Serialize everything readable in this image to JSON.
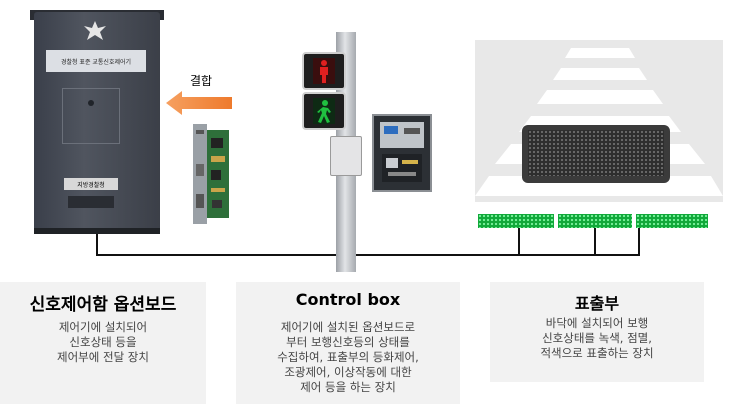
{
  "cabinet": {
    "strip_text": "경찰청 표준 교통신호제어기",
    "label_text": "지방경찰청"
  },
  "arrow_label": "결합",
  "sections": [
    {
      "title": "신호제어함 옵션보드",
      "desc": "제어기에 설치되어\n신호상태 등을\n제어부에 전달 장치"
    },
    {
      "title": "Control box",
      "desc": "제어기에 설치된 옵션보드로\n부터 보행신호등의 상태를\n수집하여, 표출부의 등화제어,\n조광제어, 이상작동에 대한\n제어 등을 하는 장치"
    },
    {
      "title": "표출부",
      "desc": "바닥에 설치되어 보행\n신호상태를 녹색, 점멸,\n적색으로 표출하는 장치"
    }
  ],
  "colors": {
    "arrow": "#f08a3c",
    "led_green": "#11a83a",
    "ped_red": "#e02020",
    "ped_green": "#20c040"
  }
}
